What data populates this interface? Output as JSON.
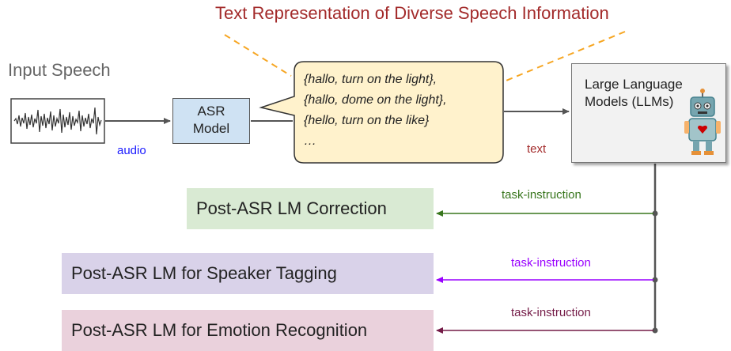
{
  "title": "Text Representation of Diverse Speech Information",
  "input_label": "Input Speech",
  "asr_model": {
    "line1": "ASR",
    "line2": "Model"
  },
  "hypotheses": [
    "{hallo, turn on the light},",
    "{hallo, dome on the light},",
    "{hello, turn on the like}",
    "…"
  ],
  "edge_labels": {
    "audio": "audio",
    "text": "text"
  },
  "llm": {
    "line1": "Large Language",
    "line2": "Models (LLMs)"
  },
  "tasks": [
    {
      "label": "Post-ASR LM Correction",
      "instruction": "task-instruction"
    },
    {
      "label": "Post-ASR LM for Speaker Tagging",
      "instruction": "task-instruction"
    },
    {
      "label": "Post-ASR LM for Emotion Recognition",
      "instruction": "task-instruction"
    }
  ],
  "colors": {
    "title": "#a32b2b",
    "asr_fill": "#cfe2f3",
    "bubble_fill": "#fff2cc",
    "audio_label": "#1a1aff",
    "text_label": "#a32b2b",
    "correction_fill": "#d9ead3",
    "correction_arrow": "#38761d",
    "speaker_fill": "#d9d2e9",
    "speaker_arrow": "#9900ff",
    "emotion_fill": "#ead1dc",
    "emotion_arrow": "#741b47",
    "dashed_leader": "#f6a623"
  },
  "icons": [
    "waveform-icon",
    "robot-icon"
  ]
}
